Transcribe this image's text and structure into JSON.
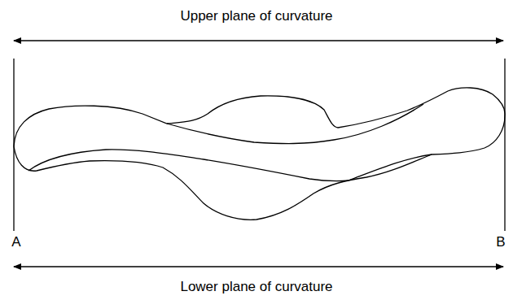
{
  "diagram": {
    "labels": [
      "Upper plane of curvature",
      "Lower plane of curvature",
      "A",
      "B"
    ]
  }
}
